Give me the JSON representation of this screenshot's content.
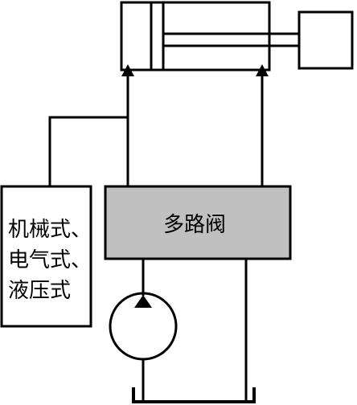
{
  "valve": {
    "label": "多路阀",
    "fill": "#c0c0c0"
  },
  "control": {
    "lines": [
      "机械式、",
      "电气式、",
      "液压式"
    ]
  },
  "colors": {
    "stroke": "#000000",
    "background": "#ffffff"
  }
}
